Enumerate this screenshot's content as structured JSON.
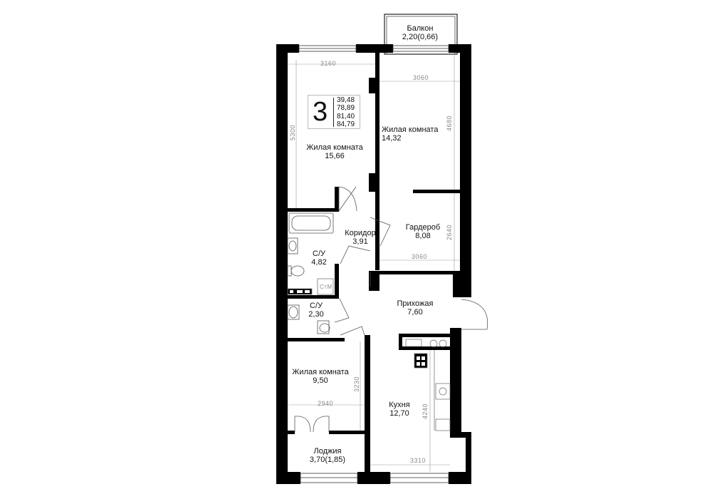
{
  "summary": {
    "rooms": "3",
    "areas": [
      "39,48",
      "78,89",
      "81,40",
      "84,79"
    ]
  },
  "rooms": {
    "balcony": {
      "name": "Балкон",
      "area": "2,20(0,66)"
    },
    "living_1": {
      "name": "Жилая комната",
      "area": "15,66"
    },
    "living_2": {
      "name": "Жилая комната",
      "area": "14,32"
    },
    "wardrobe": {
      "name": "Гардероб",
      "area": "8,08"
    },
    "corridor": {
      "name": "Коридор",
      "area": "3,91"
    },
    "bathroom_1": {
      "name": "С/У",
      "area": "4,82"
    },
    "bathroom_2": {
      "name": "С/У",
      "area": "2,30"
    },
    "hallway": {
      "name": "Прихожая",
      "area": "7,60"
    },
    "living_3": {
      "name": "Жилая комната",
      "area": "9,50"
    },
    "kitchen": {
      "name": "Кухня",
      "area": "12,70"
    },
    "loggia": {
      "name": "Лоджия",
      "area": "3,70(1,85)"
    }
  },
  "dimensions": {
    "living_1_width": "3160",
    "living_1_depth": "5300",
    "living_2_width": "3060",
    "living_2_depth": "4680",
    "wardrobe_depth": "2640",
    "wardrobe_width": "3060",
    "living_3_width": "2940",
    "living_3_depth": "3230",
    "kitchen_depth": "4240",
    "kitchen_width": "3310"
  },
  "fixtures": {
    "washer": "СтМ"
  }
}
